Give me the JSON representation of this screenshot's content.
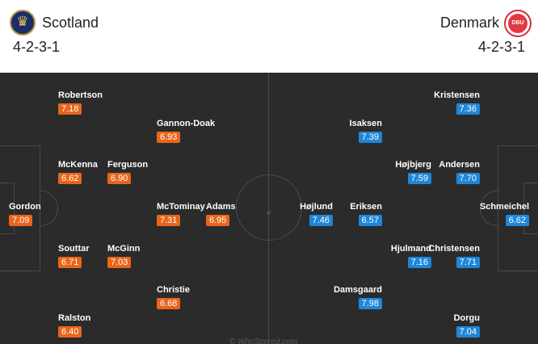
{
  "home": {
    "name": "Scotland",
    "formation": "4-2-3-1",
    "crest_icon": "scotland-crest-icon",
    "players": [
      {
        "name": "Robertson",
        "rating": "7.18"
      },
      {
        "name": "Gannon-Doak",
        "rating": "6.93"
      },
      {
        "name": "McKenna",
        "rating": "6.62"
      },
      {
        "name": "Ferguson",
        "rating": "6.90"
      },
      {
        "name": "Gordon",
        "rating": "7.09"
      },
      {
        "name": "McTominay",
        "rating": "7.31"
      },
      {
        "name": "Adams",
        "rating": "6.95"
      },
      {
        "name": "Souttar",
        "rating": "6.71"
      },
      {
        "name": "McGinn",
        "rating": "7.03"
      },
      {
        "name": "Christie",
        "rating": "6.68"
      },
      {
        "name": "Ralston",
        "rating": "6.40"
      }
    ]
  },
  "away": {
    "name": "Denmark",
    "formation": "4-2-3-1",
    "crest_icon": "denmark-crest-icon",
    "crest_text": "DBU",
    "players": [
      {
        "name": "Kristensen",
        "rating": "7.36"
      },
      {
        "name": "Isaksen",
        "rating": "7.39"
      },
      {
        "name": "Højbjerg",
        "rating": "7.59"
      },
      {
        "name": "Andersen",
        "rating": "7.70"
      },
      {
        "name": "Højlund",
        "rating": "7.46"
      },
      {
        "name": "Eriksen",
        "rating": "6.57"
      },
      {
        "name": "Schmeichel",
        "rating": "6.62"
      },
      {
        "name": "Hjulmand",
        "rating": "7.16"
      },
      {
        "name": "Christensen",
        "rating": "7.71"
      },
      {
        "name": "Damsgaard",
        "rating": "7.98"
      },
      {
        "name": "Dorgu",
        "rating": "7.04"
      }
    ]
  },
  "colors": {
    "home_rating": "#e8661a",
    "away_rating": "#1f86d8",
    "pitch": "#2b2b2b"
  },
  "watermark": "© WhoScored.com"
}
